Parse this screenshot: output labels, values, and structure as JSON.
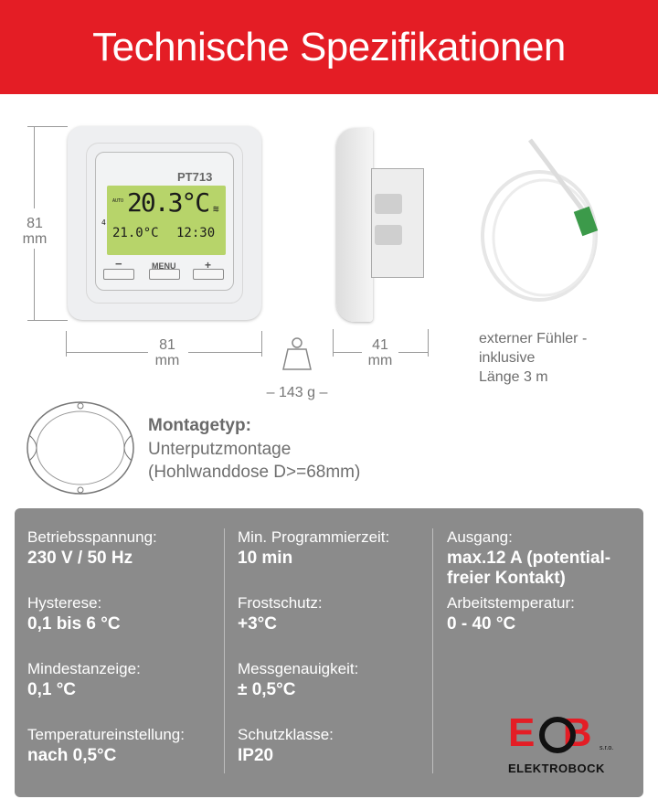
{
  "header": {
    "title": "Technische Spezifikationen"
  },
  "device": {
    "model": "PT713",
    "temp_main": "20.3°C",
    "mode": "AUTO",
    "set_temp": "21.0°C",
    "time": "12:30",
    "day": "4",
    "btn_minus": "−",
    "btn_menu": "MENU",
    "btn_plus": "+"
  },
  "dimensions": {
    "height_value": "81",
    "height_unit": "mm",
    "width_value": "81",
    "width_unit": "mm",
    "depth_value": "41",
    "depth_unit": "mm",
    "weight": "– 143 g –"
  },
  "sensor": {
    "line1": "externer Fühler -",
    "line2": "inklusive",
    "line3": "Länge 3 m"
  },
  "mounting": {
    "title": "Montagetyp:",
    "line1": "Unterputzmontage",
    "line2": "(Hohlwanddose D>=68mm)"
  },
  "specs": [
    [
      {
        "label": "Betriebsspannung:",
        "value": "230 V / 50 Hz"
      },
      {
        "label": "Hysterese:",
        "value": "0,1 bis 6 °C"
      },
      {
        "label": "Mindestanzeige:",
        "value": "0,1 °C"
      },
      {
        "label": "Temperatureinstellung:",
        "value": "nach 0,5°C"
      }
    ],
    [
      {
        "label": "Min. Programmierzeit:",
        "value": "10 min"
      },
      {
        "label": "Frostschutz:",
        "value": "+3°C"
      },
      {
        "label": "Messgenauigkeit:",
        "value": "± 0,5°C"
      },
      {
        "label": "Schutzklasse:",
        "value": "IP20"
      }
    ],
    [
      {
        "label": "Ausgang:",
        "value": "max.12 A (potential-freier Kontakt)"
      },
      {
        "label": "Arbeitstemperatur:",
        "value": "0 - 40 °C"
      }
    ]
  ],
  "logo": {
    "mark": "EOB",
    "suffix": "s.r.o.",
    "name": "ELEKTROBOCK"
  },
  "colors": {
    "brand_red": "#e41d25",
    "panel_gray": "#8b8b8b"
  }
}
